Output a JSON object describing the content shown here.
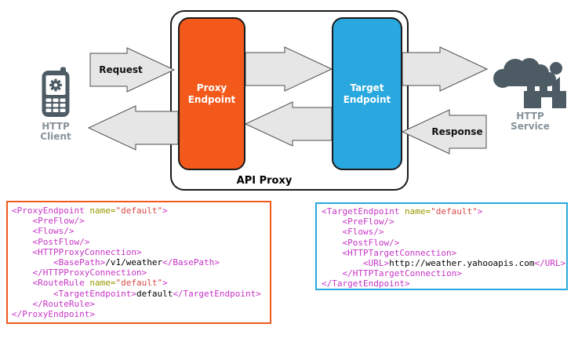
{
  "colors": {
    "proxy_orange": "#F4591C",
    "target_blue": "#29A8DF",
    "arrow_fill": "#E6E6E6",
    "arrow_stroke": "#4D4D4D",
    "icon_gray": "#4D5B64",
    "node_label_gray": "#87939B",
    "code_tag": "#C633C6",
    "code_attr_name": "#999900",
    "code_attr_value": "#D64A45"
  },
  "diagram": {
    "api_proxy_label": "API Proxy",
    "proxy_endpoint_label": "Proxy Endpoint",
    "target_endpoint_label": "Target Endpoint",
    "request_label": "Request",
    "response_label": "Response",
    "http_client_label": "HTTP\nClient",
    "http_service_label": "HTTP\nService"
  },
  "code_blocks": {
    "proxy_endpoint": {
      "lines": [
        "<ProxyEndpoint name=\"default\">",
        "    <PreFlow/>",
        "    <Flows/>",
        "    <PostFlow/>",
        "    <HTTPProxyConnection>",
        "        <BasePath>/v1/weather</BasePath>",
        "    </HTTPProxyConnection>",
        "    <RouteRule name=\"default\">",
        "        <TargetEndpoint>default</TargetEndpoint>",
        "    </RouteRule>",
        "</ProxyEndpoint>"
      ]
    },
    "target_endpoint": {
      "lines": [
        "<TargetEndpoint name=\"default\">",
        "    <PreFlow/>",
        "    <Flows/>",
        "    <PostFlow/>",
        "    <HTTPTargetConnection>",
        "        <URL>http://weather.yahooapis.com</URL>",
        "    </HTTPTargetConnection>",
        "</TargetEndpoint>"
      ]
    }
  }
}
